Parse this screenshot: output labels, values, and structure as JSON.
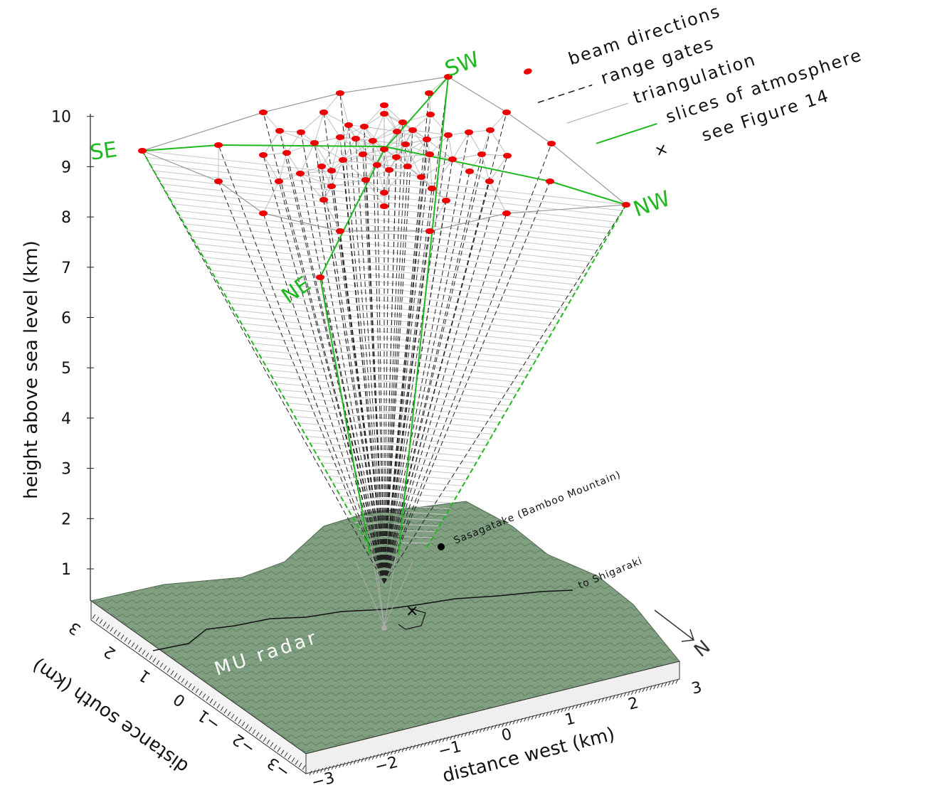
{
  "legend": [
    {
      "label": "beam directions"
    },
    {
      "label": "range gates"
    },
    {
      "label": "triangulation"
    },
    {
      "label": "slices of atmosphere"
    },
    {
      "label": "see Figure 14"
    }
  ],
  "axes": {
    "z_label": "height above sea level (km)",
    "z_ticks": [
      "1",
      "2",
      "3",
      "4",
      "5",
      "6",
      "7",
      "8",
      "9",
      "10"
    ],
    "x_label": "distance west (km)",
    "x_ticks": [
      "−3",
      "−2",
      "−1",
      "0",
      "1",
      "2",
      "3"
    ],
    "y_label": "distance south (km)",
    "y_ticks": [
      "3",
      "2",
      "1",
      "0",
      "−1",
      "−2",
      "−3"
    ]
  },
  "compass": {
    "se": "SE",
    "sw": "SW",
    "nw": "NW",
    "ne": "NE",
    "north": "N"
  },
  "annotations": {
    "radar": "MU radar",
    "mountain": "Sasagatake (Bamboo Mountain)",
    "road": "to Shigaraki"
  },
  "colors": {
    "beam": "#ee0000",
    "slice": "#1fb81f",
    "terrain": "#7f9f7f",
    "triangulation": "#b0b0b0"
  }
}
